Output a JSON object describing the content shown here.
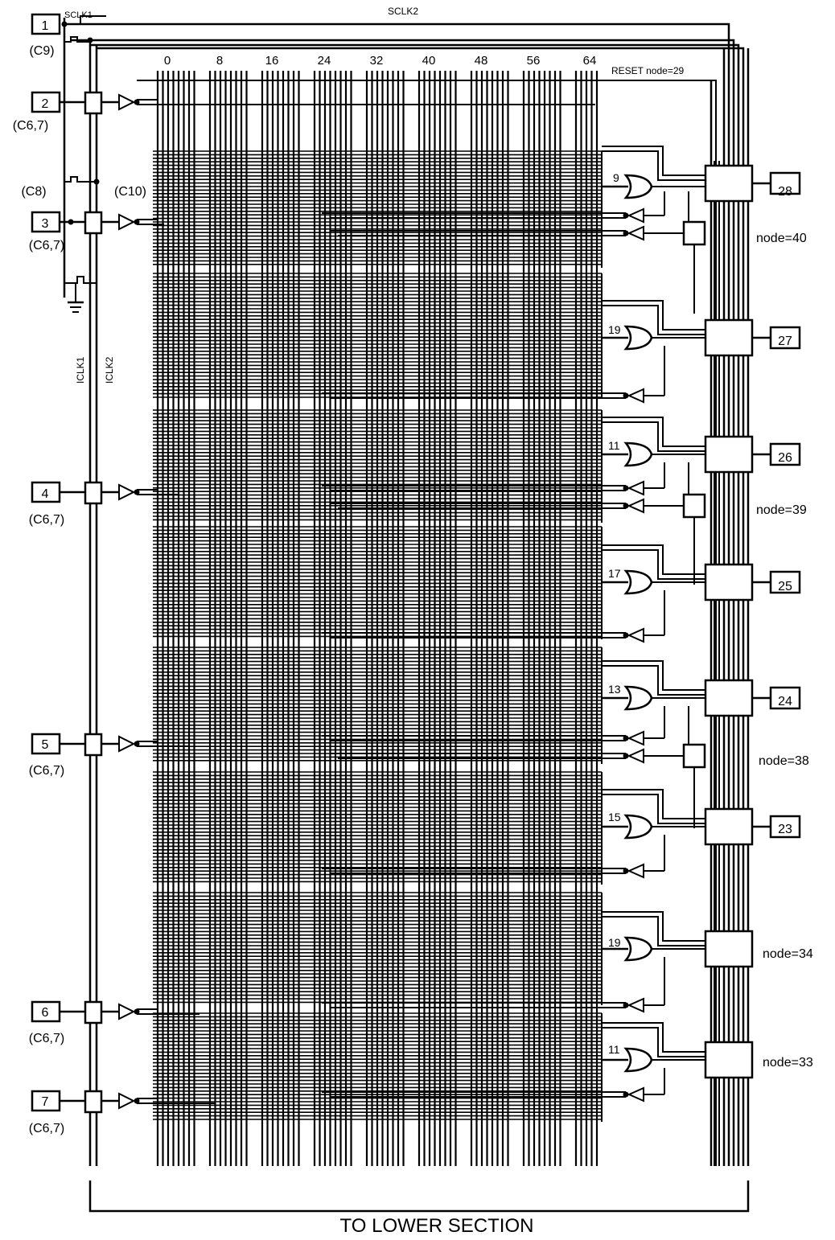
{
  "signals": {
    "sclk1": "SCLK1",
    "sclk2": "SCLK2",
    "iclk1": "ICLK1",
    "iclk2": "ICLK2",
    "reset": "RESET node=29"
  },
  "column_numbers": [
    "0",
    "8",
    "16",
    "24",
    "32",
    "40",
    "48",
    "56",
    "64"
  ],
  "input_pins": [
    {
      "num": "1",
      "cap": "(C9)"
    },
    {
      "num": "2",
      "cap": "(C6,7)"
    },
    {
      "num": "3",
      "cap": "(C6,7)"
    },
    {
      "num": "4",
      "cap": "(C6,7)"
    },
    {
      "num": "5",
      "cap": "(C6,7)"
    },
    {
      "num": "6",
      "cap": "(C6,7)"
    },
    {
      "num": "7",
      "cap": "(C6,7)"
    }
  ],
  "cap_labels": {
    "c8": "(C8)",
    "c10": "(C10)"
  },
  "output_pins": [
    "28",
    "27",
    "26",
    "25",
    "24",
    "23"
  ],
  "or_gate_terms": [
    "9",
    "19",
    "11",
    "17",
    "13",
    "15",
    "19",
    "11"
  ],
  "node_labels": [
    "node=40",
    "node=39",
    "node=38",
    "node=34",
    "node=33"
  ],
  "footer": "TO LOWER SECTION"
}
